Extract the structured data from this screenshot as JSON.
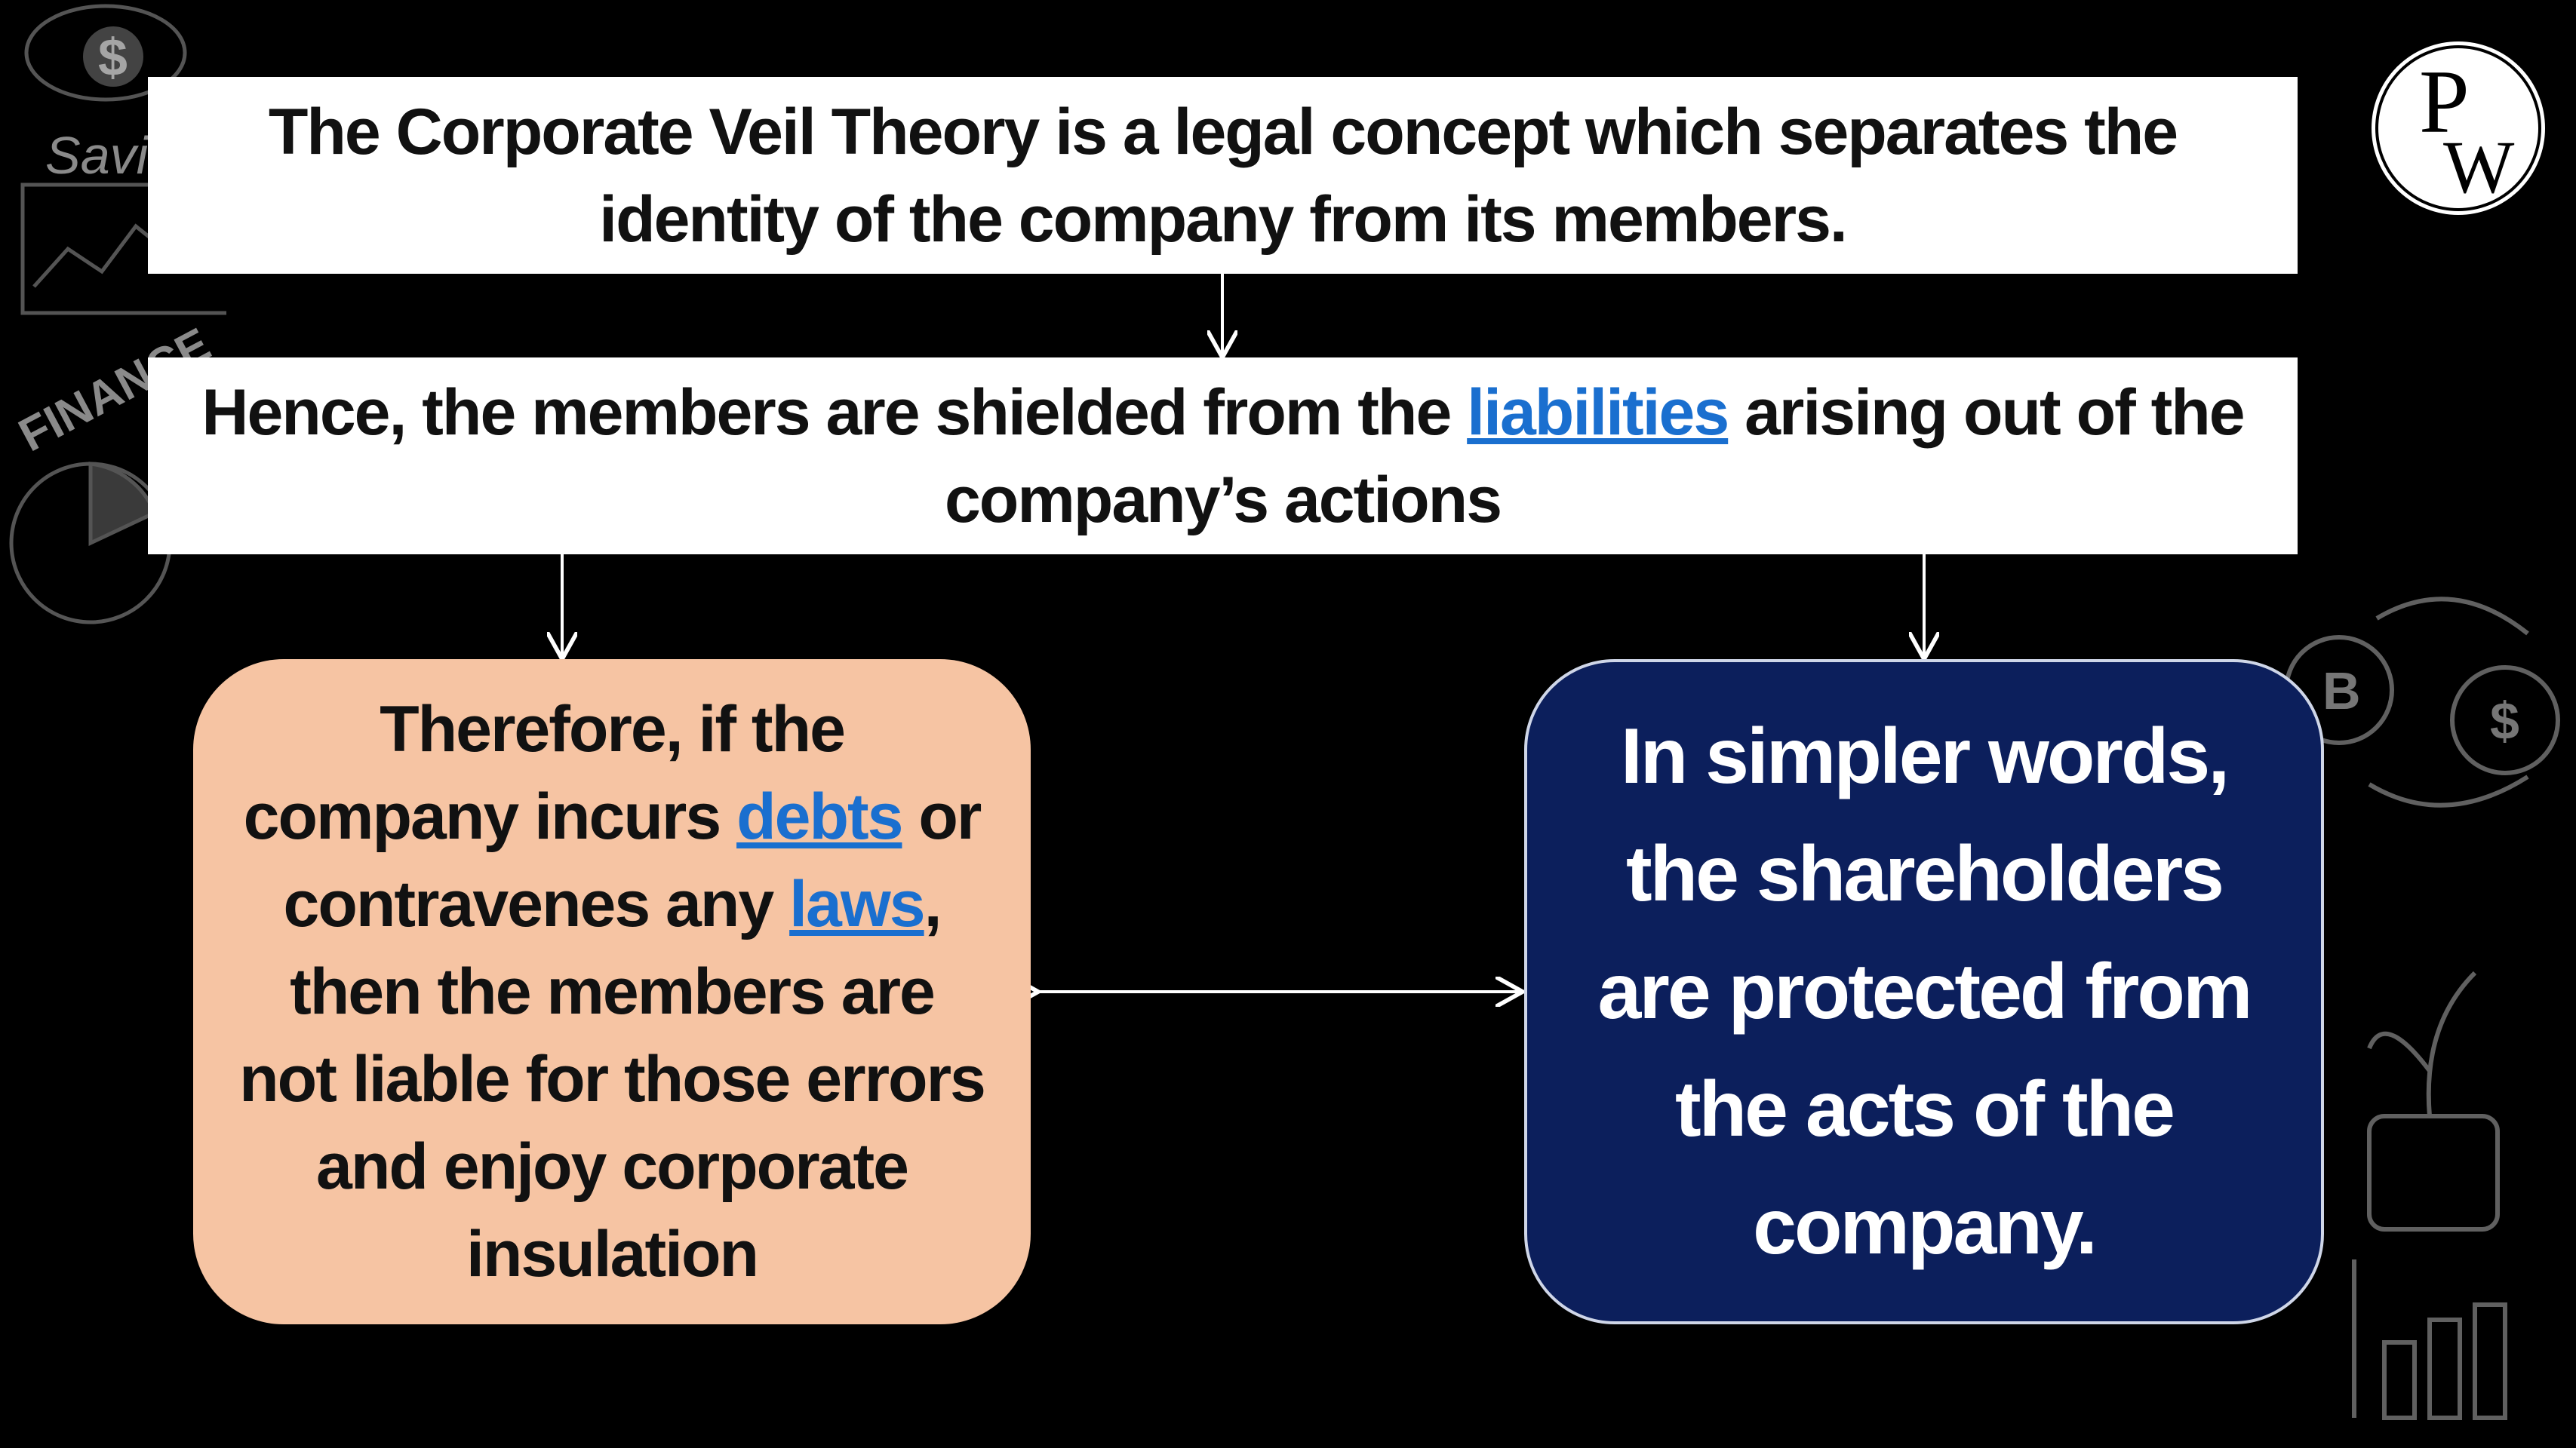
{
  "box1": {
    "text": "The Corporate Veil Theory is a legal concept which separates the identity of the company from its members."
  },
  "box2": {
    "before": "Hence, the members are shielded from the ",
    "link": "liabilities",
    "after": " arising out of the company’s actions"
  },
  "box3": {
    "t1": "Therefore, if the company incurs ",
    "link1": "debts",
    "t2": " or contravenes any ",
    "link2": "laws",
    "t3": ", then the members are not liable for those errors and enjoy corporate insulation"
  },
  "box4": {
    "text": "In simpler words, the shareholders are protected from the acts of the company."
  },
  "logo": {
    "p": "P",
    "w": "W"
  },
  "decor": {
    "savings": "Savi",
    "finance": "FINANCE",
    "dollar": "$",
    "bitcoin": "B"
  },
  "colors": {
    "background": "#000000",
    "box_white": "#ffffff",
    "box_peach": "#f6c4a3",
    "box_navy": "#0c1f5c",
    "link": "#1a6fcf"
  }
}
